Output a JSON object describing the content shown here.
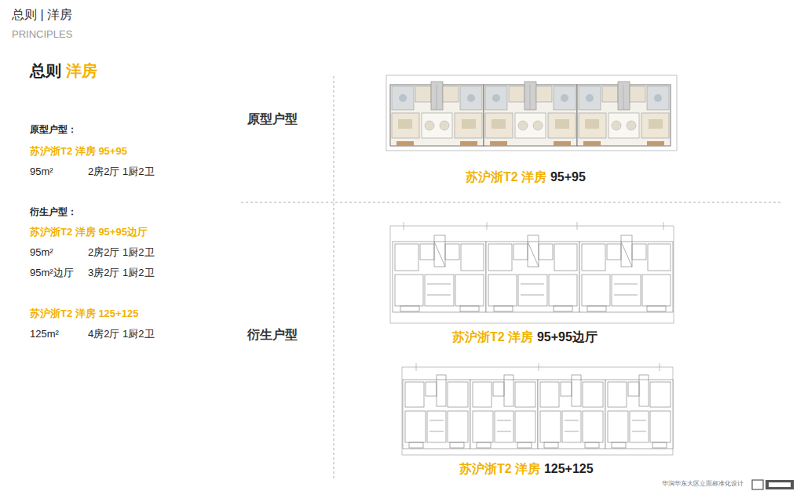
{
  "diagram": {
    "title": "总则 | 洋房",
    "labels": [
      "PRINCIPLES",
      "总则",
      "洋房",
      "原型户型：",
      "苏沪浙T2 洋房 95+95",
      "95m²",
      "2房2厅 1厨2卫",
      "衍生户型：",
      "苏沪浙T2 洋房 95+95边厅",
      "95m²",
      "2房2厅 1厨2卫",
      "95m²边厅",
      "3房2厅 1厨2卫",
      "苏沪浙T2 洋房 125+125",
      "125m²",
      "4房2厅 1厨2卫",
      "原型户型",
      "衍生户型",
      "苏沪浙T2 洋房",
      "95+95",
      "苏沪浙T2 洋房",
      "95+95边厅",
      "苏沪浙T2 洋房",
      "125+125",
      "华润华东大区立面标准化设计"
    ]
  }
}
